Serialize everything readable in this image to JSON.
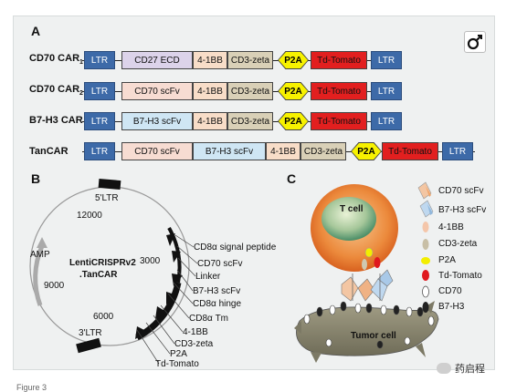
{
  "panel_a": {
    "letter": "A",
    "rows": [
      {
        "label": "CD70 CAR",
        "sub": "1",
        "segments": [
          "LTR",
          "CD27 ECD",
          "4-1BB",
          "CD3-zeta",
          "P2A",
          "Td-Tomato",
          "LTR"
        ]
      },
      {
        "label": "CD70 CAR",
        "sub": "2",
        "segments": [
          "LTR",
          "CD70 scFv",
          "4-1BB",
          "CD3-zeta",
          "P2A",
          "Td-Tomato",
          "LTR"
        ]
      },
      {
        "label": "B7-H3 CAR",
        "sub": "",
        "segments": [
          "LTR",
          "B7-H3 scFv",
          "4-1BB",
          "CD3-zeta",
          "P2A",
          "Td-Tomato",
          "LTR"
        ]
      },
      {
        "label": "TanCAR",
        "sub": "",
        "segments": [
          "LTR",
          "CD70 scFv",
          "B7-H3 scFv",
          "4-1BB",
          "CD3-zeta",
          "P2A",
          "Td-Tomato",
          "LTR"
        ]
      }
    ]
  },
  "panel_b": {
    "letter": "B",
    "plasmid_name_line1": "LentiCRISPRv2",
    "plasmid_name_line2": ".TanCAR",
    "ltr5": "5'LTR",
    "ltr3": "3'LTR",
    "amp": "AMP",
    "positions": [
      "12000",
      "3000",
      "9000",
      "6000"
    ],
    "features": [
      "CD8α signal peptide",
      "CD70 scFv",
      "Linker",
      "B7-H3 scFv",
      "CD8α hinge",
      "CD8α Tm",
      "4-1BB",
      "CD3-zeta",
      "P2A",
      "Td-Tomato"
    ]
  },
  "panel_c": {
    "letter": "C",
    "t_cell": "T cell",
    "tumor_cell": "Tumor cell",
    "legend": [
      "CD70 scFv",
      "B7-H3 scFv",
      "4-1BB",
      "CD3-zeta",
      "P2A",
      "Td-Tomato",
      "CD70",
      "B7-H3"
    ]
  },
  "caption": "Figure 3",
  "watermark": "药启程",
  "colors": {
    "ltr": "#3d6aa8",
    "p2a": "#f7f200",
    "td_tomato": "#e21f1f",
    "cd3_zeta": "#d9d0b7"
  }
}
